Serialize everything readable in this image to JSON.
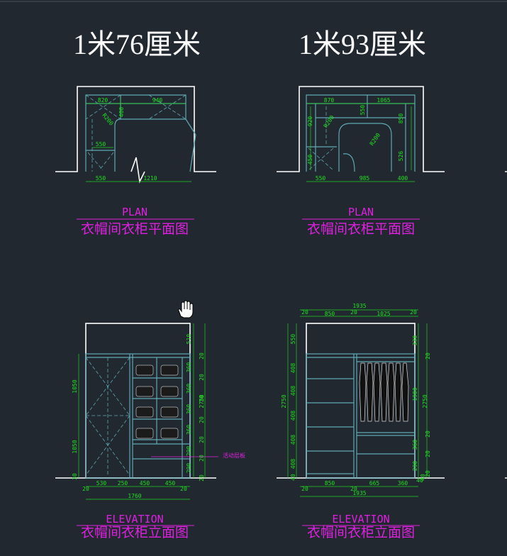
{
  "titles": [
    "1米76厘米",
    "1米93厘米"
  ],
  "labels": {
    "plan_en": "PLAN",
    "plan_cn": "衣帽间衣柜平面图",
    "elev_en": "ELEVATION",
    "elev_cn": "衣帽间衣柜立面图",
    "shelf_note": "活动层板"
  },
  "dims": {
    "p1": [
      "820",
      "940",
      "400",
      "R200",
      "550",
      "550",
      "1210"
    ],
    "p2": [
      "870",
      "1065",
      "550",
      "920",
      "850",
      "R200",
      "R200",
      "450",
      "526",
      "550",
      "985",
      "400"
    ],
    "e1": [
      "510",
      "20",
      "360",
      "20",
      "360",
      "20",
      "360",
      "20",
      "360",
      "20",
      "290",
      "20",
      "290",
      "20",
      "2750",
      "1050",
      "1050",
      "30",
      "530",
      "250",
      "450",
      "450",
      "20",
      "20",
      "1760"
    ],
    "e2": [
      "1935",
      "20",
      "850",
      "20",
      "1025",
      "20",
      "550",
      "408",
      "408",
      "408",
      "408",
      "408",
      "40",
      "2750",
      "330",
      "20",
      "1900",
      "20",
      "2750",
      "360",
      "20",
      "290",
      "20",
      "40",
      "850",
      "20",
      "665",
      "360",
      "40",
      "20",
      "1935"
    ]
  },
  "colors": {
    "background": "#212830",
    "wall": "#ffffff",
    "cabinet": "#5fa8b4",
    "dimension": "#20e020",
    "annotation": "#e020e0"
  },
  "icons": [
    "hand-cursor-icon"
  ]
}
